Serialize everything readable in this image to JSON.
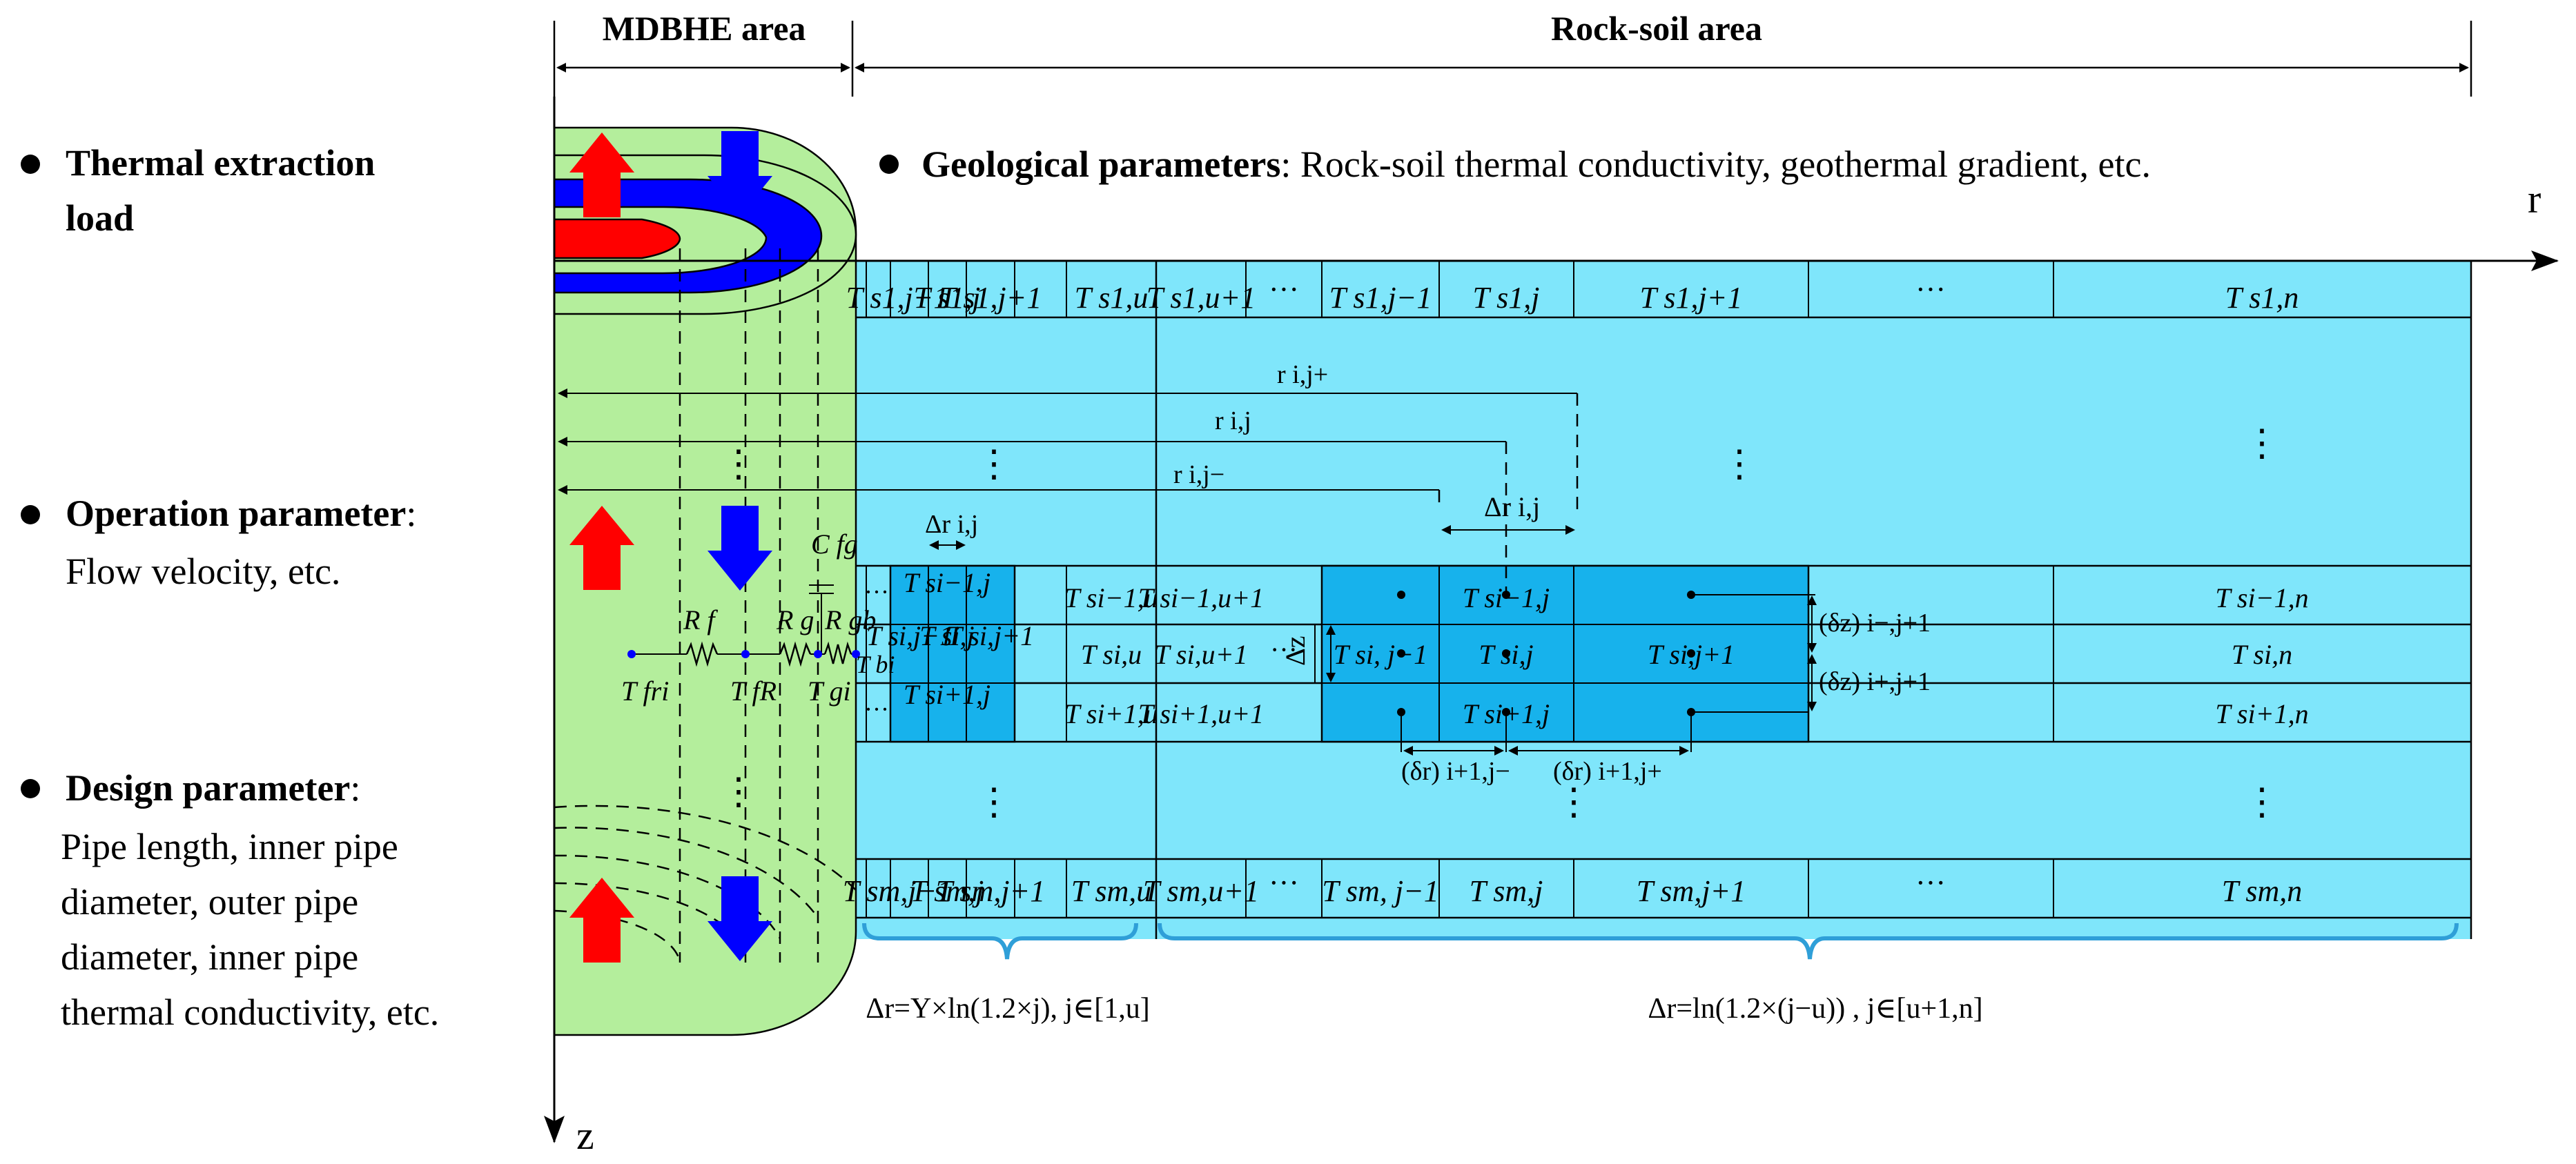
{
  "header": {
    "mdbhe_area": "MDBHE area",
    "rock_soil_area": "Rock-soil area"
  },
  "left_panel": {
    "thermal_extraction_line1": "Thermal extraction",
    "thermal_extraction_line2": "load",
    "operation_param_bold": "Operation parameter",
    "operation_param_colon": ":",
    "operation_param_desc": "Flow velocity, etc.",
    "design_param_bold": "Design parameter",
    "design_param_colon": ":",
    "design_lines": [
      "Pipe length, inner pipe",
      "diameter, outer pipe",
      "diameter, inner pipe",
      "thermal conductivity, etc."
    ]
  },
  "geological": {
    "bold": "Geological parameters",
    "desc": ": Rock-soil thermal conductivity, geothermal gradient, etc."
  },
  "axes": {
    "r": "r",
    "z": "z"
  },
  "row1_labels": [
    "T s1,j−1",
    "T s1,j",
    "T s1,j+1",
    "T s1,u",
    "T s1,u+1",
    "···",
    "T s1,j−1",
    "T s1,j",
    "T s1,j+1",
    "···",
    "T s1,n"
  ],
  "rowm_labels": [
    "T sm,j−1",
    "T sm,j",
    "T sm,j+1",
    "T sm,u",
    "T sm,u+1",
    "···",
    "T sm, j−1",
    "T sm,j",
    "T sm,j+1",
    "···",
    "T sm,n"
  ],
  "mid_labels": {
    "left_block": [
      "T si−1,j",
      "T si,j−1",
      "T si,j",
      "T si,j+1",
      "T si+1,j"
    ],
    "u_col": [
      "T si−1,u",
      "T si,u",
      "T si+1,u"
    ],
    "u1_col": [
      "T si−1,u+1",
      "T si,u+1",
      "T si+1,u+1"
    ],
    "right_block": [
      "T si−1,j",
      "T si, j−1",
      "T si,j",
      "T si,j+1",
      "T si+1,j"
    ],
    "n_col": [
      "T si−1,n",
      "T si,n",
      "T si+1,n"
    ]
  },
  "radii": {
    "r_plus": "r i,j+",
    "r": "r i,j",
    "r_minus": "r i,j−",
    "delta_r_right": "Δr i,j",
    "delta_r_left": "Δr i,j",
    "delta_z": "Δz"
  },
  "deltas": {
    "dz_minus": "(δz) i−,j+1",
    "dz_plus": "(δz) i+,j+1",
    "dr_minus": "(δr) i+1,j−",
    "dr_plus": "(δr) i+1,j+"
  },
  "circuit": {
    "c_fg": "C fg",
    "r_f": "R f",
    "r_g": "R g",
    "r_gb": "R gb",
    "t_fri": "T fri",
    "t_fr": "T fR",
    "t_gi": "T gi",
    "t_bi": "T bi"
  },
  "formulas": {
    "left": "Δr=Y×ln(1.2×j), j∈[1,u]",
    "right": "Δr=ln(1.2×(j−u)) , j∈[u+1,n]"
  },
  "dots": {
    "v": "⋮",
    "h": "···"
  },
  "colors": {
    "pipe_green": "#b4ee9c",
    "rock_cyan": "#7fe6fb",
    "cell_blue": "#17b2ec",
    "arrow_red": "#ff0000",
    "arrow_blue": "#0000ff",
    "brace_blue": "#2f9fd8"
  }
}
